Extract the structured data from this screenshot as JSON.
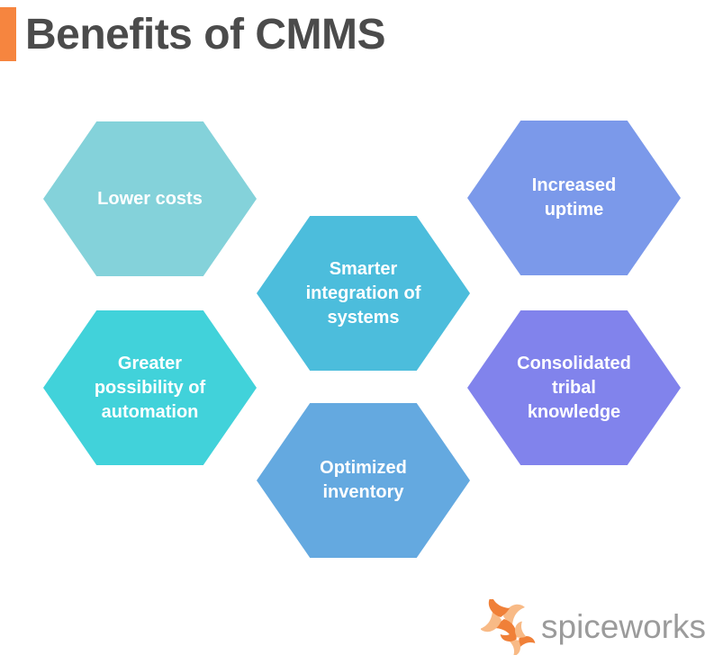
{
  "title": "Benefits of CMMS",
  "colors": {
    "accent": "#F6853F",
    "title_text": "#4B4B4B",
    "hex_text": "#FFFFFF",
    "logo_text": "#9B9B9B",
    "logo_orange_dark": "#F08038",
    "logo_orange_light": "#F8BA86"
  },
  "hexagons": [
    {
      "id": "lower-costs",
      "label": "Lower costs",
      "color": "#84D2DA",
      "position": "top-left"
    },
    {
      "id": "increased-uptime",
      "label": "Increased uptime",
      "color": "#7B99EA",
      "position": "top-right"
    },
    {
      "id": "smarter-integration",
      "label": "Smarter integration of systems",
      "color": "#4CBDDC",
      "position": "middle-center"
    },
    {
      "id": "greater-automation",
      "label": "Greater possibility of automation",
      "color": "#41D2DA",
      "position": "middle-left"
    },
    {
      "id": "consolidated-knowledge",
      "label": "Consolidated tribal knowledge",
      "color": "#8183EC",
      "position": "middle-right"
    },
    {
      "id": "optimized-inventory",
      "label": "Optimized inventory",
      "color": "#64A9E0",
      "position": "bottom-center"
    }
  ],
  "logo": {
    "wordmark": "spiceworks",
    "icon": "spiceworks-pinwheel-icon"
  }
}
